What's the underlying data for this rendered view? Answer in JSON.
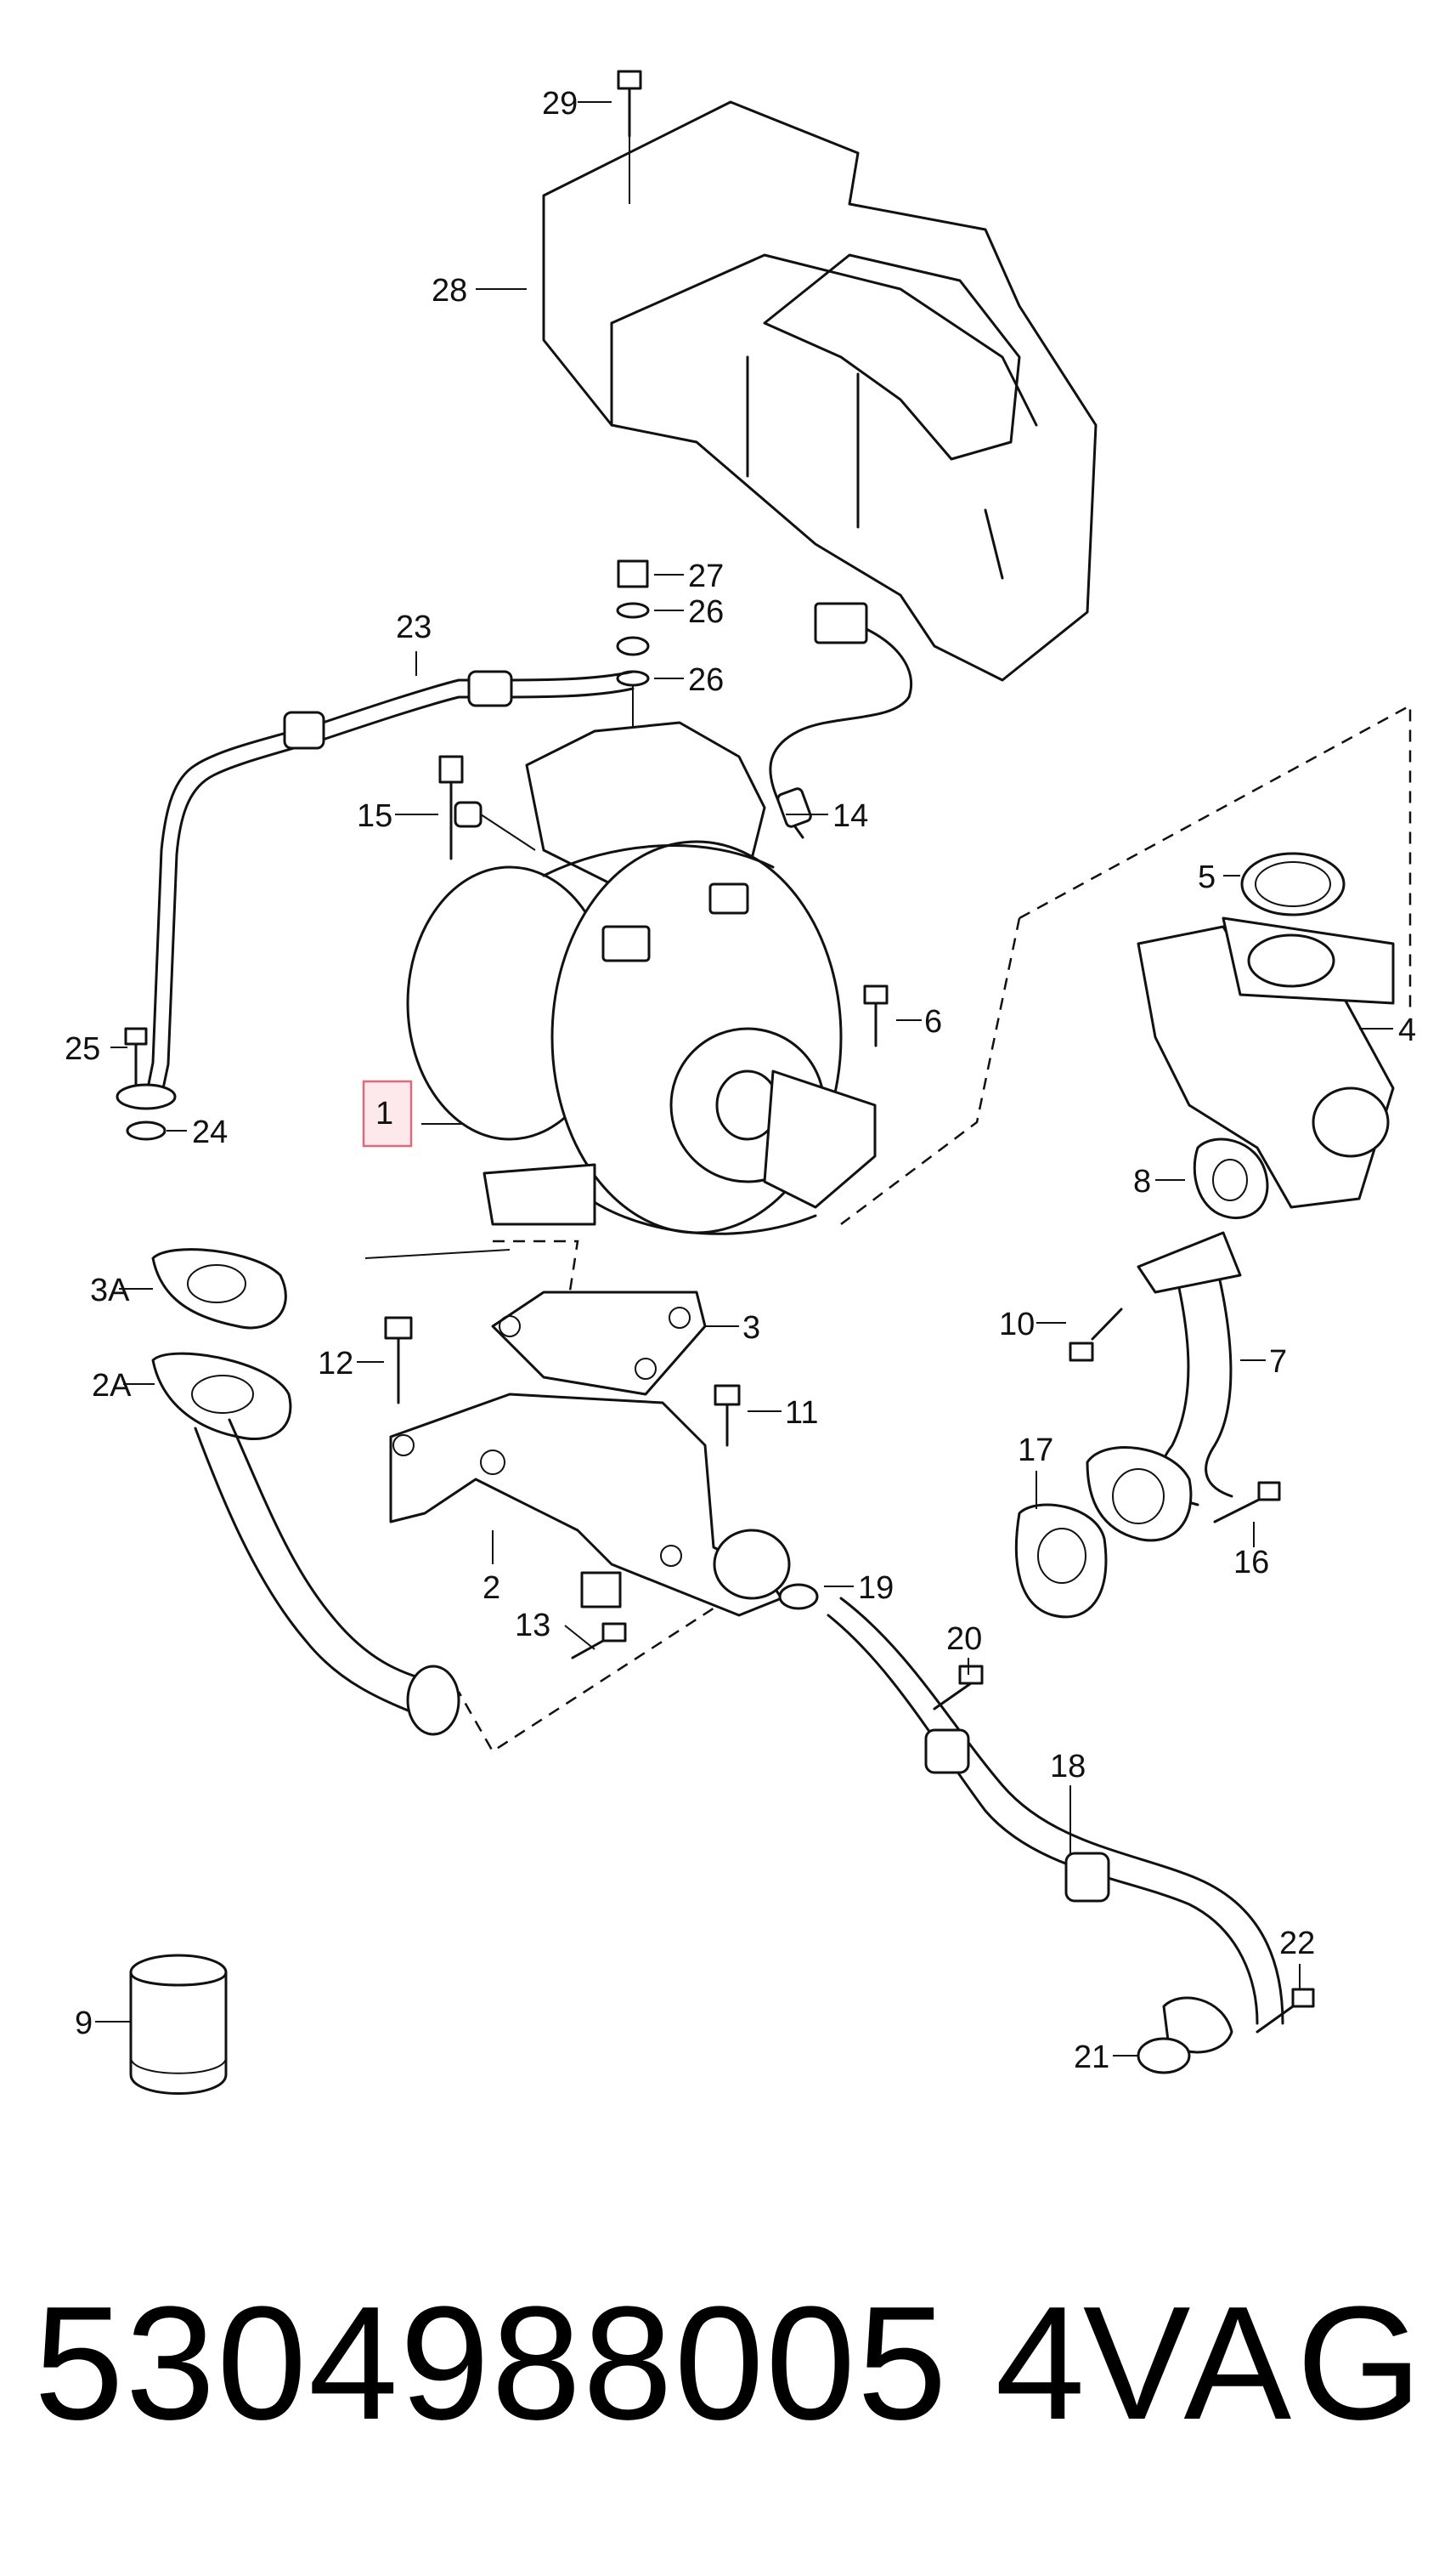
{
  "diagram": {
    "callouts": {
      "c1": "1",
      "c2": "2",
      "c2A": "2A",
      "c3": "3",
      "c3A": "3A",
      "c4": "4",
      "c5": "5",
      "c6": "6",
      "c7": "7",
      "c8": "8",
      "c9": "9",
      "c10": "10",
      "c11": "11",
      "c12": "12",
      "c13": "13",
      "c14": "14",
      "c15": "15",
      "c16": "16",
      "c17": "17",
      "c18": "18",
      "c19": "19",
      "c20": "20",
      "c21": "21",
      "c22": "22",
      "c23": "23",
      "c24": "24",
      "c25": "25",
      "c26a": "26",
      "c26b": "26",
      "c27": "27",
      "c28": "28",
      "c29": "29"
    },
    "highlight_color": "#e06a7a"
  },
  "footer": {
    "part_number": "5304988005 4",
    "brand": "VAG"
  }
}
